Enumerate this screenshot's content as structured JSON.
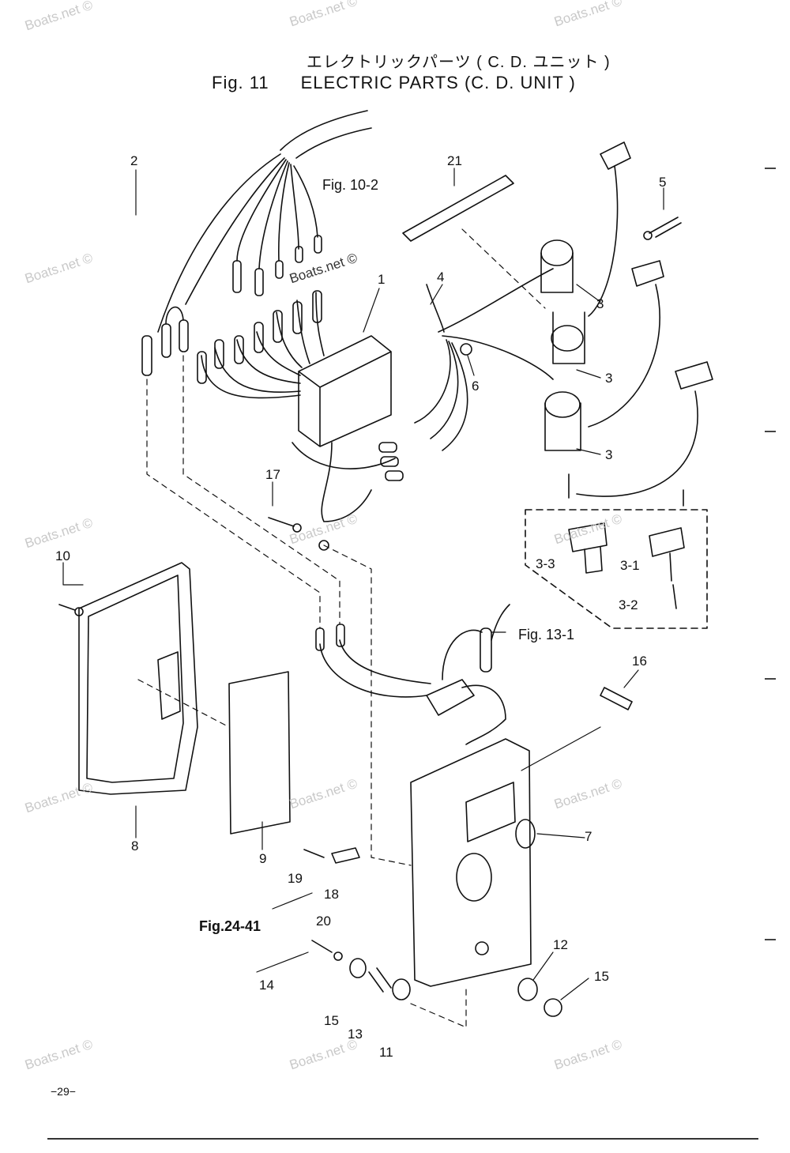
{
  "title": {
    "japanese": "エレクトリックパーツ ( C. D. ユニット )",
    "fig_number": "Fig. 11",
    "english": "ELECTRIC PARTS (C. D. UNIT )"
  },
  "callouts": [
    "1",
    "2",
    "3",
    "3",
    "3",
    "3-1",
    "3-2",
    "3-3",
    "4",
    "5",
    "6",
    "7",
    "8",
    "9",
    "10",
    "11",
    "12",
    "13",
    "14",
    "15",
    "15",
    "16",
    "17",
    "18",
    "19",
    "20",
    "21"
  ],
  "figure_refs": [
    "Fig. 10-2",
    "Fig. 13-1",
    "Fig.24-41"
  ],
  "watermark": "Boats.net ©",
  "page_number": "−29−"
}
